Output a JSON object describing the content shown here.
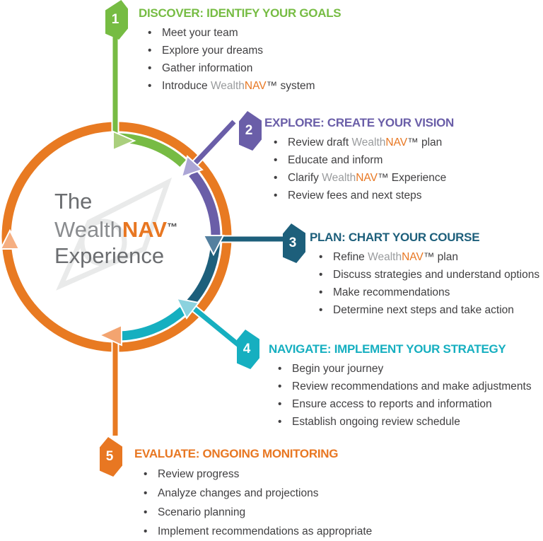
{
  "center": {
    "line1": "The",
    "brand_gray": "Wealth",
    "brand_orange": "NAV",
    "trademark": "™",
    "line3": "Experience"
  },
  "steps": [
    {
      "number": "1",
      "title": "DISCOVER: IDENTIFY YOUR GOALS",
      "color": "#76BC43",
      "bullets": [
        [
          {
            "t": "Meet your team"
          }
        ],
        [
          {
            "t": "Explore your dreams"
          }
        ],
        [
          {
            "t": "Gather information"
          }
        ],
        [
          {
            "t": "Introduce "
          },
          {
            "t": "Wealth",
            "c": "gray"
          },
          {
            "t": "NAV",
            "c": "orange"
          },
          {
            "t": "™ system"
          }
        ]
      ]
    },
    {
      "number": "2",
      "title": "EXPLORE: CREATE YOUR VISION",
      "color": "#6A5EA8",
      "bullets": [
        [
          {
            "t": "Review draft "
          },
          {
            "t": "Wealth",
            "c": "gray"
          },
          {
            "t": "NAV",
            "c": "orange"
          },
          {
            "t": "™ plan"
          }
        ],
        [
          {
            "t": "Educate and inform"
          }
        ],
        [
          {
            "t": "Clarify "
          },
          {
            "t": "Wealth",
            "c": "gray"
          },
          {
            "t": "NAV",
            "c": "orange"
          },
          {
            "t": "™ Experience"
          }
        ],
        [
          {
            "t": "Review fees and next steps"
          }
        ]
      ]
    },
    {
      "number": "3",
      "title": "PLAN: CHART YOUR COURSE",
      "color": "#1D5F7B",
      "bullets": [
        [
          {
            "t": "Refine "
          },
          {
            "t": "Wealth",
            "c": "gray"
          },
          {
            "t": "NAV",
            "c": "orange"
          },
          {
            "t": "™ plan"
          }
        ],
        [
          {
            "t": "Discuss strategies and understand options"
          }
        ],
        [
          {
            "t": "Make recommendations"
          }
        ],
        [
          {
            "t": "Determine next steps and take action"
          }
        ]
      ]
    },
    {
      "number": "4",
      "title": "NAVIGATE: IMPLEMENT YOUR STRATEGY",
      "color": "#16AFC0",
      "bullets": [
        [
          {
            "t": "Begin your journey"
          }
        ],
        [
          {
            "t": "Review recommendations and make adjustments"
          }
        ],
        [
          {
            "t": "Ensure access to reports and information"
          }
        ],
        [
          {
            "t": "Establish ongoing review schedule"
          }
        ]
      ]
    },
    {
      "number": "5",
      "title": "EVALUATE: ONGOING MONITORING",
      "color": "#E87722",
      "bullets": [
        [
          {
            "t": "Review progress"
          }
        ],
        [
          {
            "t": "Analyze changes and projections"
          }
        ],
        [
          {
            "t": "Scenario planning"
          }
        ],
        [
          {
            "t": "Implement recommendations as appropriate"
          }
        ]
      ]
    }
  ],
  "palette": {
    "ring_orange": "#E87A22",
    "green": "#76BC43",
    "green_light": "#AACF7D",
    "purple": "#6A5EA8",
    "purple_light": "#ACA6D6",
    "dark_teal": "#1D5F7B",
    "slate": "#54809F",
    "cyan": "#16AFC0",
    "cyan_light": "#8BD2DE",
    "peach": "#F3A470",
    "body_text": "#414042",
    "center_gray": "#6B6D70",
    "wealth_gray": "#9A9C9E",
    "watermark_gray": "#E9EAEA"
  }
}
